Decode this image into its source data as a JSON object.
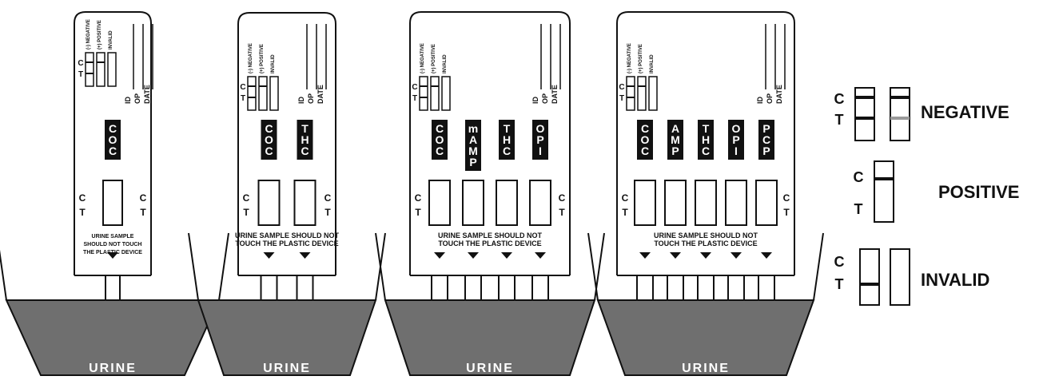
{
  "colors": {
    "ink": "#111111",
    "urine": "#6f6f6f",
    "paper": "#ffffff",
    "faint_line": "#9a9a9a"
  },
  "labels": {
    "negative_sym": "(-)",
    "negative": "NEGATIVE",
    "positive_sym": "(+)",
    "positive": "POSITIVE",
    "invalid": "INVALID",
    "id": "ID",
    "op": "OP",
    "date": "DATE",
    "c": "C",
    "t": "T",
    "urine": "URINE"
  },
  "devices": [
    {
      "name": "single-strip",
      "drugs": [
        "COC"
      ],
      "warning_lines": [
        "URINE SAMPLE",
        "SHOULD NOT TOUCH",
        "THE PLASTIC DEVICE"
      ]
    },
    {
      "name": "two-panel",
      "drugs": [
        "COC",
        "THC"
      ],
      "warning_lines": [
        "URINE SAMPLE SHOULD NOT",
        "TOUCH THE PLASTIC DEVICE"
      ]
    },
    {
      "name": "four-panel",
      "drugs": [
        "COC",
        "mAMP",
        "THC",
        "OPI"
      ],
      "warning_lines": [
        "URINE SAMPLE SHOULD NOT",
        "TOUCH THE PLASTIC DEVICE"
      ]
    },
    {
      "name": "five-panel",
      "drugs": [
        "COC",
        "AMP",
        "THC",
        "OPI",
        "PCP"
      ],
      "warning_lines": [
        "URINE SAMPLE SHOULD NOT",
        "TOUCH THE PLASTIC DEVICE"
      ]
    }
  ],
  "legend": {
    "negative": "NEGATIVE",
    "positive": "POSITIVE",
    "invalid": "INVALID",
    "c": "C",
    "t": "T"
  }
}
